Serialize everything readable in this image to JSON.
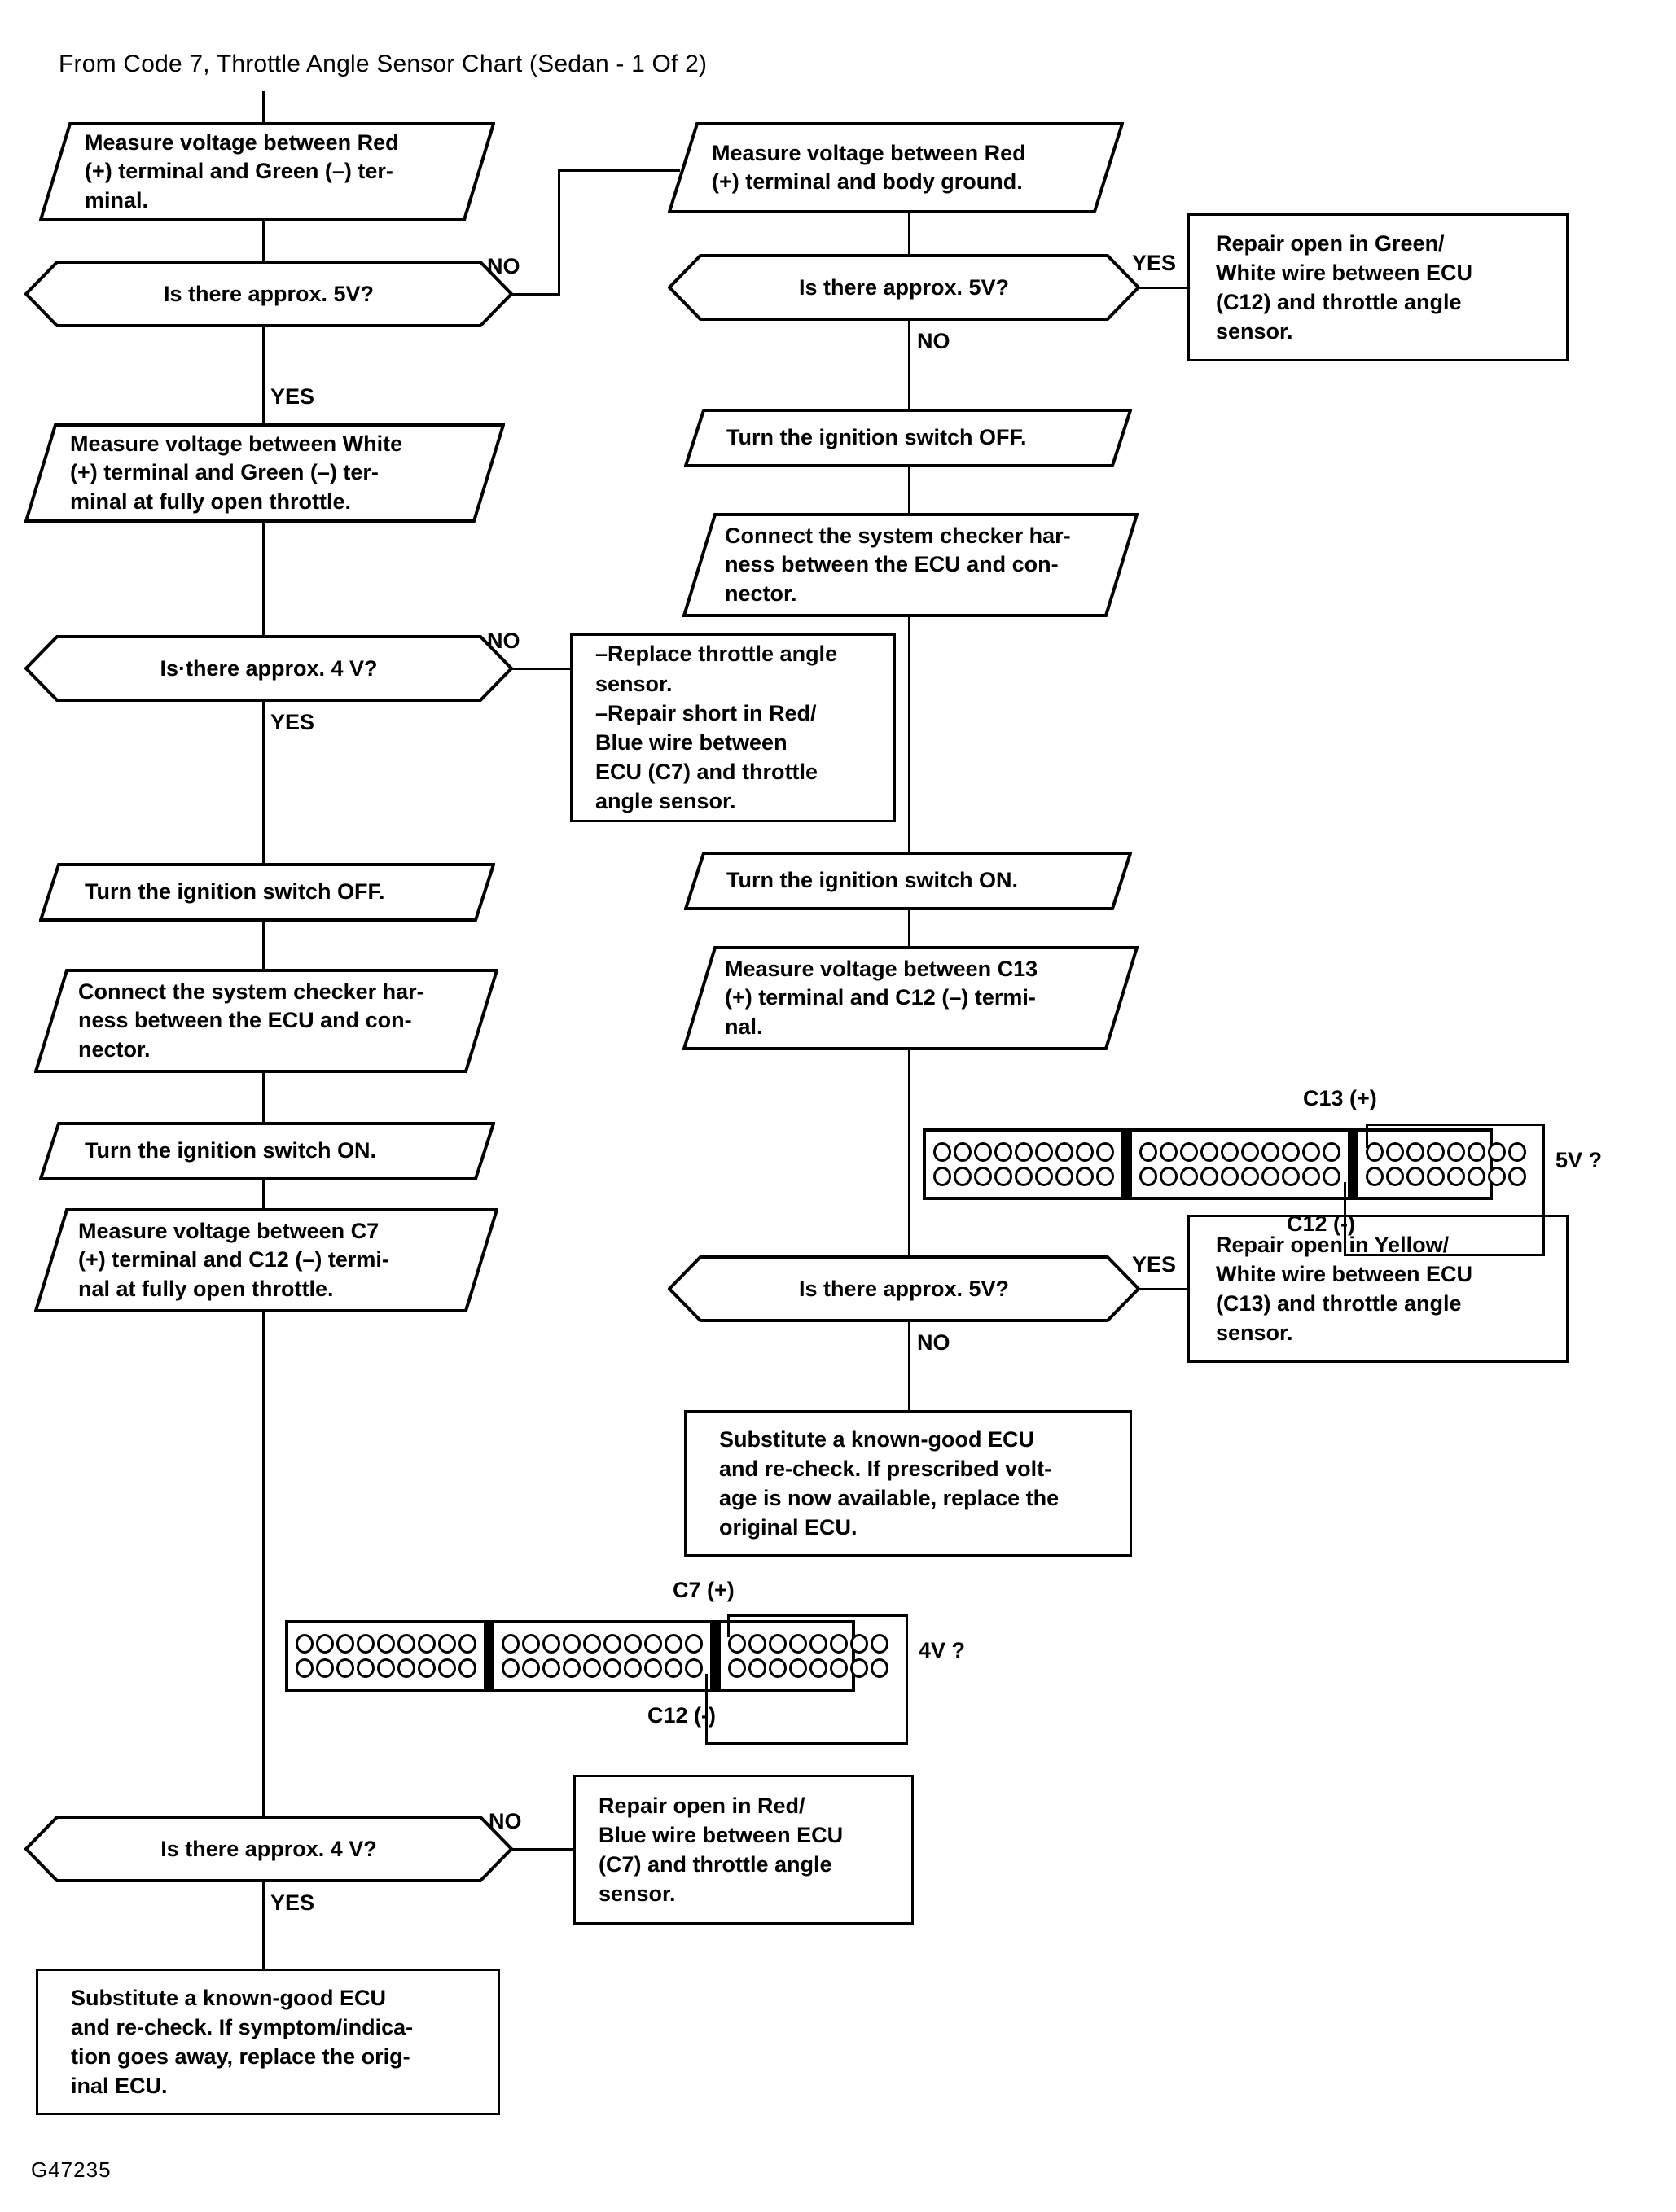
{
  "header": {
    "title": "From Code 7, Throttle Angle Sensor Chart (Sedan - 1 Of 2)"
  },
  "footer": {
    "code": "G47235"
  },
  "labels": {
    "yes": "YES",
    "no": "NO"
  },
  "nodes": {
    "l1_measure_red_green": "Measure voltage between Red\n(+) terminal and Green (–) ter-\nminal.",
    "l2_is_5v": "Is there approx. 5V?",
    "l3_measure_white_green": "Measure voltage between White\n(+) terminal and Green (–) ter-\nminal at fully open throttle.",
    "l4_is_4v": "Is·there approx. 4 V?",
    "l5_ign_off": "Turn the ignition switch OFF.",
    "l6_connect_harness": "Connect the system checker har-\nness between the ECU and con-\nnector.",
    "l7_ign_on": "Turn the ignition switch ON.",
    "l8_measure_c7_c12": "Measure voltage between C7\n(+) terminal and C12 (–) termi-\nnal at fully open throttle.",
    "l9_is_4v": "Is there approx. 4 V?",
    "l10_substitute_ecu": "Substitute a known-good ECU\nand re-check. If symptom/indica-\ntion goes away, replace the orig-\ninal ECU.",
    "m1_measure_red_ground": "Measure voltage between Red\n(+) terminal and body ground.",
    "m2_is_5v": "Is there approx. 5V?",
    "m3_ign_off": "Turn the ignition switch OFF.",
    "m4_connect_harness": "Connect the system checker har-\nness between the ECU and con-\nnector.",
    "m5_ign_on": "Turn the ignition switch ON.",
    "m6_measure_c13_c12": "Measure voltage between C13\n(+) terminal and C12 (–) termi-\nnal.",
    "m7_is_5v": "Is there approx. 5V?",
    "m8_substitute_ecu": "Substitute a known-good ECU\nand re-check. If prescribed volt-\nage is now available, replace the\noriginal ECU.",
    "r1_repair_green_white": "Repair open in Green/\nWhite wire between ECU\n(C12) and throttle angle\nsensor.",
    "r2_replace_sensor": "–Replace throttle angle\n  sensor.\n–Repair short in Red/\n  Blue wire between\n  ECU (C7) and throttle\n  angle sensor.",
    "r3_repair_yellow_white": "Repair open in Yellow/\nWhite wire between ECU\n(C13) and throttle angle\nsensor.",
    "r4_repair_red_blue": "Repair open in Red/\nBlue wire between ECU\n(C7) and throttle angle\nsensor."
  },
  "connectors": {
    "upper": {
      "plus_label": "C13 (+)",
      "minus_label": "C12 (-)",
      "voltage_label": "5V ?",
      "segments": [
        9,
        10,
        8
      ],
      "rows": 2,
      "plus_segment": 2,
      "plus_index": 6,
      "minus_segment": 2,
      "minus_index": 5
    },
    "lower": {
      "plus_label": "C7 (+)",
      "minus_label": "C12 (-)",
      "voltage_label": "4V ?",
      "segments": [
        9,
        10,
        8
      ],
      "rows": 2,
      "plus_segment": 2,
      "plus_index": 3,
      "minus_segment": 2,
      "minus_index": 5
    }
  },
  "chart_data": {
    "type": "flowchart",
    "title": "From Code 7, Throttle Angle Sensor Chart (Sedan - 1 Of 2)",
    "branch_labels": [
      "YES",
      "NO"
    ],
    "flow": [
      {
        "id": "l1",
        "kind": "process",
        "text": "Measure voltage between Red (+) terminal and Green (–) terminal.",
        "next": "l2"
      },
      {
        "id": "l2",
        "kind": "decision",
        "text": "Is there approx. 5V?",
        "yes": "l3",
        "no": "m1"
      },
      {
        "id": "l3",
        "kind": "process",
        "text": "Measure voltage between White (+) terminal and Green (–) terminal at fully open throttle.",
        "next": "l4"
      },
      {
        "id": "l4",
        "kind": "decision",
        "text": "Is there approx. 4 V?",
        "yes": "l5",
        "no": "r2"
      },
      {
        "id": "l5",
        "kind": "process",
        "text": "Turn the ignition switch OFF.",
        "next": "l6"
      },
      {
        "id": "l6",
        "kind": "process",
        "text": "Connect the system checker harness between the ECU and connector.",
        "next": "l7"
      },
      {
        "id": "l7",
        "kind": "process",
        "text": "Turn the ignition switch ON.",
        "next": "l8"
      },
      {
        "id": "l8",
        "kind": "process",
        "text": "Measure voltage between C7 (+) terminal and C12 (–) terminal at fully open throttle.",
        "next": "l9"
      },
      {
        "id": "l9",
        "kind": "decision",
        "text": "Is there approx. 4 V?",
        "yes": "l10",
        "no": "r4"
      },
      {
        "id": "l10",
        "kind": "terminal",
        "text": "Substitute a known-good ECU and re-check. If symptom/indication goes away, replace the original ECU."
      },
      {
        "id": "m1",
        "kind": "process",
        "text": "Measure voltage between Red (+) terminal and body ground.",
        "next": "m2"
      },
      {
        "id": "m2",
        "kind": "decision",
        "text": "Is there approx. 5V?",
        "yes": "r1",
        "no": "m3"
      },
      {
        "id": "m3",
        "kind": "process",
        "text": "Turn the ignition switch OFF.",
        "next": "m4"
      },
      {
        "id": "m4",
        "kind": "process",
        "text": "Connect the system checker harness between the ECU and connector.",
        "next": "m5"
      },
      {
        "id": "m5",
        "kind": "process",
        "text": "Turn the ignition switch ON.",
        "next": "m6"
      },
      {
        "id": "m6",
        "kind": "process",
        "text": "Measure voltage between C13 (+) terminal and C12 (–) terminal.",
        "next": "m7"
      },
      {
        "id": "m7",
        "kind": "decision",
        "text": "Is there approx. 5V?",
        "yes": "r3",
        "no": "m8"
      },
      {
        "id": "m8",
        "kind": "terminal",
        "text": "Substitute a known-good ECU and re-check. If prescribed voltage is now available, replace the original ECU."
      },
      {
        "id": "r1",
        "kind": "terminal",
        "text": "Repair open in Green/White wire between ECU (C12) and throttle angle sensor."
      },
      {
        "id": "r2",
        "kind": "terminal",
        "text": "–Replace throttle angle sensor. –Repair short in Red/Blue wire between ECU (C7) and throttle angle sensor."
      },
      {
        "id": "r3",
        "kind": "terminal",
        "text": "Repair open in Yellow/White wire between ECU (C13) and throttle angle sensor."
      },
      {
        "id": "r4",
        "kind": "terminal",
        "text": "Repair open in Red/Blue wire between ECU (C7) and throttle angle sensor."
      }
    ]
  }
}
